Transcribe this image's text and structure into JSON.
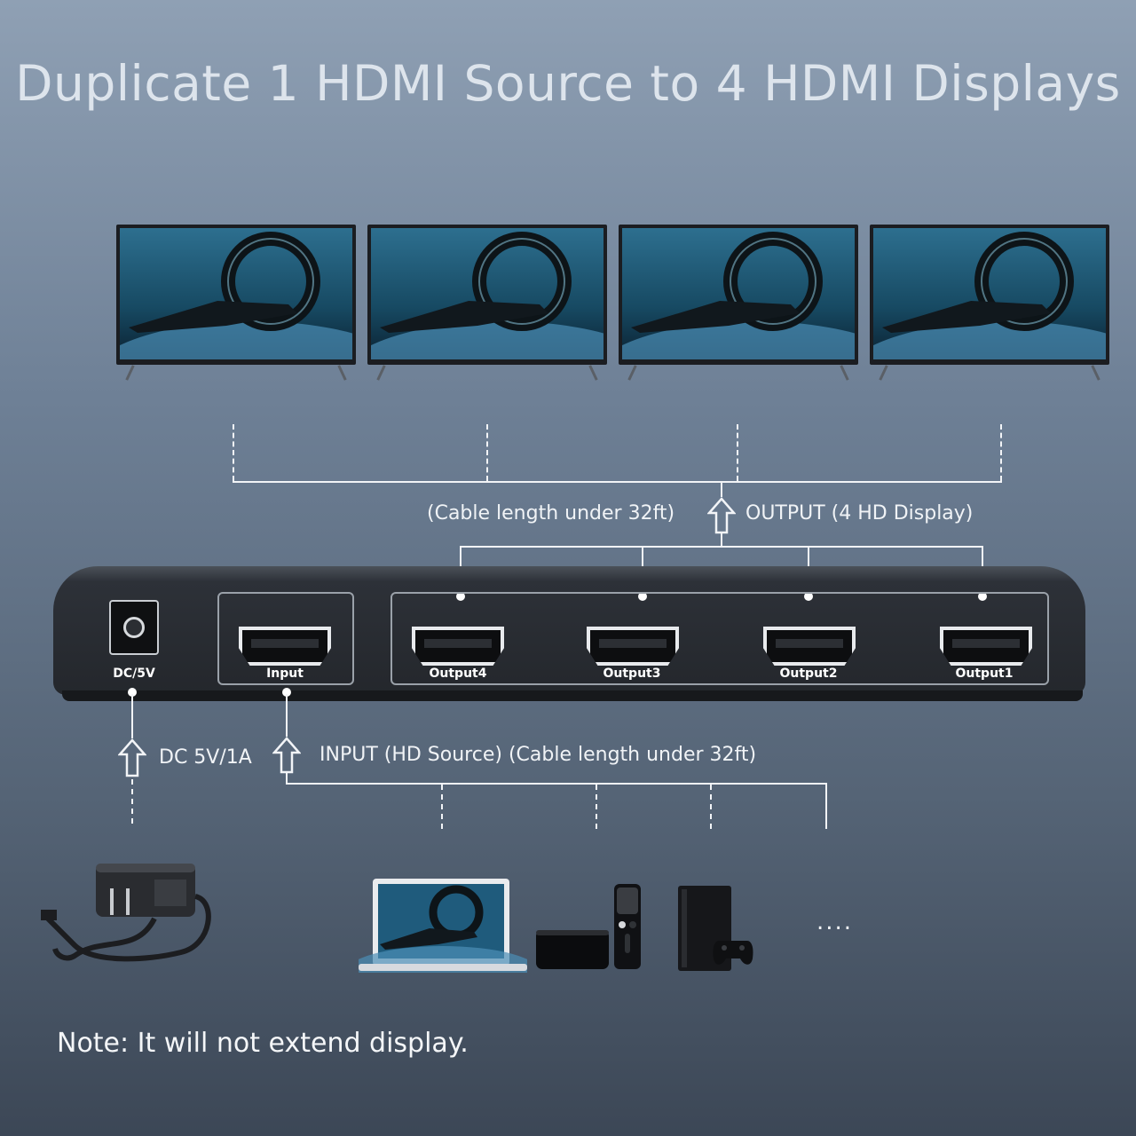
{
  "title": "Duplicate 1 HDMI Source to 4 HDMI Displays",
  "output_labels": {
    "cable_length": "(Cable length under 32ft)",
    "output": "OUTPUT (4 HD Display)"
  },
  "device": {
    "dc_label": "DC/5V",
    "input_label": "Input",
    "outputs": [
      "Output4",
      "Output3",
      "Output2",
      "Output1"
    ]
  },
  "input_labels": {
    "dc": "DC 5V/1A",
    "input": "INPUT (HD Source) (Cable length under 32ft)"
  },
  "sources": {
    "ellipsis": "...."
  },
  "note": "Note: It will not extend display.",
  "colors": {
    "line": "#f2f4f7",
    "device_body": "#24272c"
  },
  "icons": [
    "tv-icon",
    "power-adapter-icon",
    "laptop-icon",
    "media-box-icon",
    "remote-icon",
    "game-console-icon",
    "gamepad-icon",
    "upload-arrow-icon"
  ]
}
